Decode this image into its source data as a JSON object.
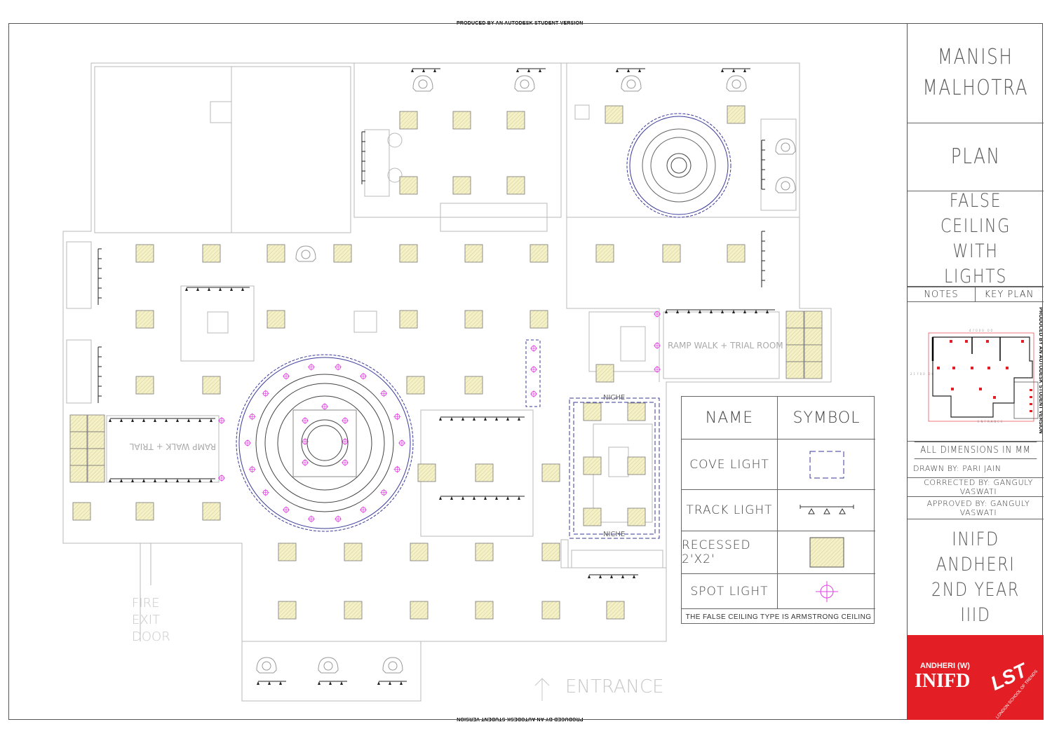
{
  "watermark": {
    "text": "PRODUCED BY AN AUTODESK STUDENT VERSION"
  },
  "title_block": {
    "client_line1": "MANISH",
    "client_line2": "MALHOTRA",
    "drawing_type": "PLAN",
    "title_line1": "FALSE CEILING",
    "title_line2": "WITH LIGHTS",
    "notes_label": "NOTES",
    "key_plan_label": "KEY PLAN",
    "dimensions_note": "ALL DIMENSIONS IN MM",
    "drawn_by": "DRAWN BY: PARI JAIN",
    "corrected_by": "CORRECTED BY: GANGULY VASWATI",
    "approved_by": "APPROVED BY: GANGULY VASWATI",
    "institute_line1": "INIFD ANDHERI",
    "institute_line2": "2ND YEAR IIID",
    "logo_branch": "ANDHERI (W)",
    "logo_name": "INIFD",
    "logo_partner": "LST",
    "logo_partner_sub": "LONDON SCHOOL OF TRENDS",
    "brand_color": "#e31e24"
  },
  "key_plan": {
    "entrance_label": "ENTRANCE",
    "dim_top": "47000.00",
    "dim_left": "21700.00"
  },
  "legend": {
    "header_name": "NAME",
    "header_symbol": "SYMBOL",
    "items": [
      {
        "name": "COVE LIGHT",
        "symbol": "cove-light-icon"
      },
      {
        "name": "TRACK LIGHT",
        "symbol": "track-light-icon"
      },
      {
        "name": "RECESSED 2'X2'",
        "symbol": "recessed-panel-icon"
      },
      {
        "name": "SPOT LIGHT",
        "symbol": "spot-light-icon"
      }
    ],
    "note": "THE FALSE CEILING TYPE IS ARMSTRONG CEILING"
  },
  "plan_labels": {
    "ramp_walk_right": "RAMP WALK + TRIAL ROOM",
    "ramp_walk_left": "RAMP WALK + TRIAL",
    "niche_top": "NICHE",
    "niche_bottom": "NICHE",
    "fire_exit_1": "FIRE",
    "fire_exit_2": "EXIT",
    "fire_exit_3": "DOOR",
    "entrance": "ENTRANCE"
  },
  "colors": {
    "recessed_fill": "#f4f0c8",
    "spot_light": "#e040e0",
    "cove_light": "#3a3a9a",
    "walls": "#b0b0b0"
  }
}
